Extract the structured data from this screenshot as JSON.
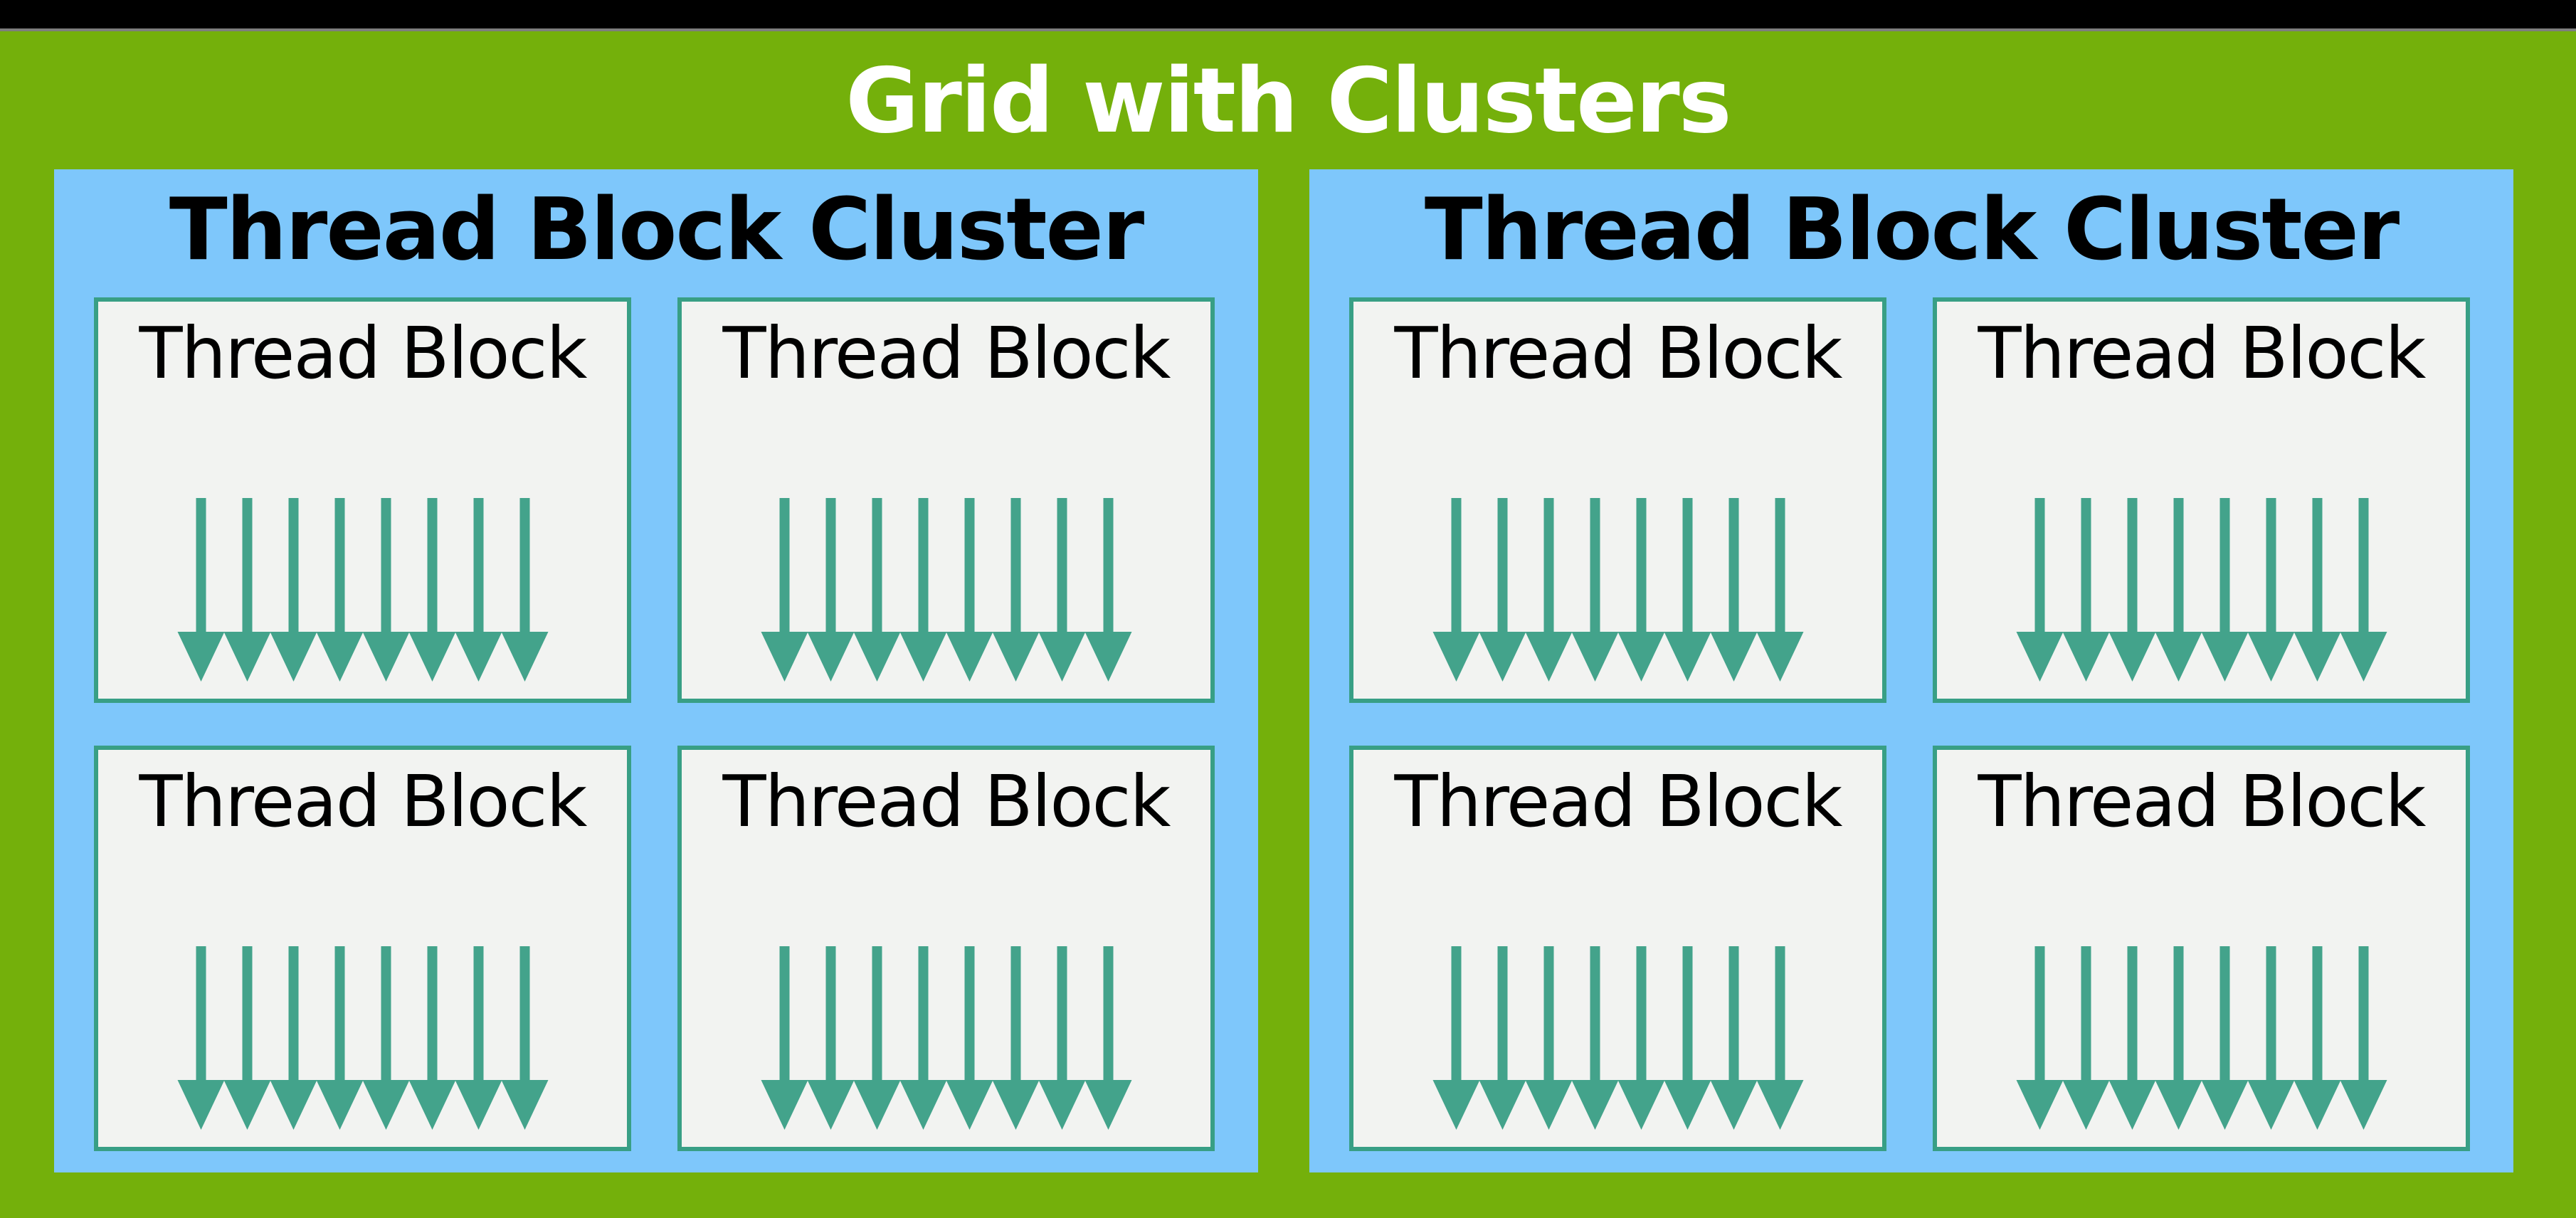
{
  "title": "Grid with Clusters",
  "colors": {
    "top_bar": "#000000",
    "divider_gray": "#7E7E7E",
    "background_green": "#74B00B",
    "cluster_blue": "#7EC7FB",
    "block_fill": "#F2F3F1",
    "block_border": "#389F85",
    "arrow": "#43A38B",
    "title_text": "#FFFFFF",
    "heading_text": "#000000"
  },
  "clusters": [
    {
      "heading": "Thread Block Cluster",
      "blocks": [
        {
          "label": "Thread Block",
          "arrow_count": 8
        },
        {
          "label": "Thread Block",
          "arrow_count": 8
        },
        {
          "label": "Thread Block",
          "arrow_count": 8
        },
        {
          "label": "Thread Block",
          "arrow_count": 8
        }
      ]
    },
    {
      "heading": "Thread Block Cluster",
      "blocks": [
        {
          "label": "Thread Block",
          "arrow_count": 8
        },
        {
          "label": "Thread Block",
          "arrow_count": 8
        },
        {
          "label": "Thread Block",
          "arrow_count": 8
        },
        {
          "label": "Thread Block",
          "arrow_count": 8
        }
      ]
    }
  ]
}
